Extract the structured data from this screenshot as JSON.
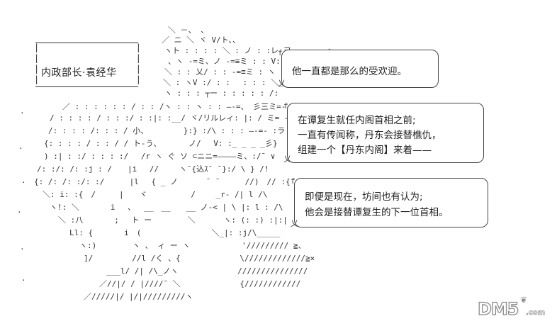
{
  "name_caption": "内政部长·袁经华",
  "speech_bubbles": [
    {
      "lines": [
        "他一直都是那么的受欢迎。"
      ]
    },
    {
      "lines": [
        "在谭复生就任内阁首相之前;",
        "一直有传闻称，丹东会接替樵仇，",
        "组建一个【丹东内阁】来着——"
      ]
    },
    {
      "lines": [
        "即便是现在，坊间也有认为;",
        "他会是接替谭复生的下一位首相。"
      ]
    }
  ],
  "watermark": {
    "main": "DM5",
    "sub": ".com"
  },
  "colors": {
    "background": "#ffffff",
    "ink": "#222222",
    "watermark_outline": "#8c8c8c"
  }
}
